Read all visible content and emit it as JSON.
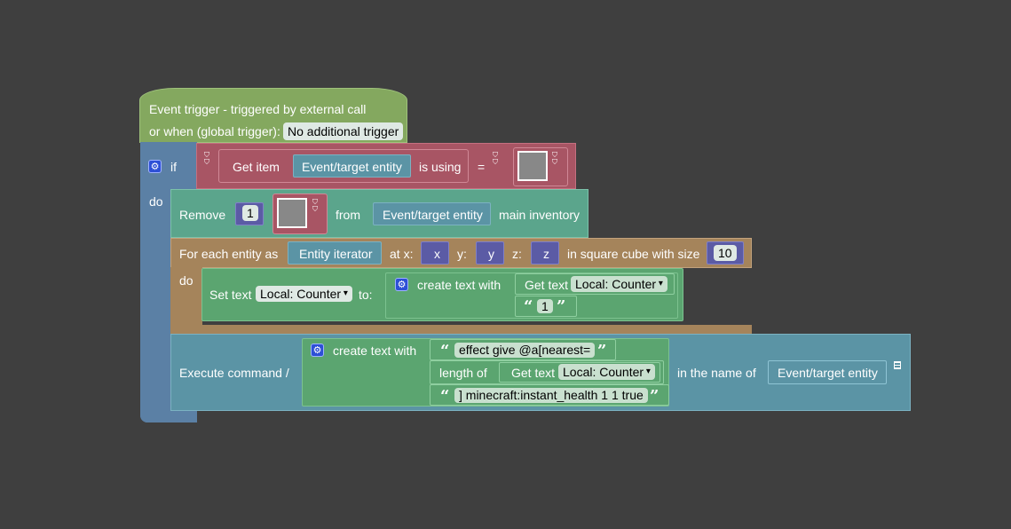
{
  "event": {
    "line1": "Event trigger - triggered by external call",
    "line2_label": "or when (global trigger):",
    "trigger_value": "No additional trigger"
  },
  "if_block": {
    "if_label": "if",
    "do_label": "do",
    "get_item_label": "Get item",
    "entity": "Event/target entity",
    "is_using_label": "is using",
    "equals": "="
  },
  "remove": {
    "label": "Remove",
    "count": "1",
    "from_label": "from",
    "entity": "Event/target entity",
    "suffix": "main inventory"
  },
  "foreach": {
    "label": "For each entity as",
    "iterator": "Entity iterator",
    "at_x": "at x:",
    "x": "x",
    "y_label": "y:",
    "y": "y",
    "z_label": "z:",
    "z": "z",
    "cube_label": "in square cube with size",
    "size": "10",
    "do_label": "do"
  },
  "settext": {
    "label": "Set text",
    "var": "Local: Counter",
    "to_label": "to:",
    "create_label": "create text with",
    "get_text_label": "Get text",
    "get_var": "Local: Counter",
    "literal": "1"
  },
  "execute": {
    "label": "Execute command /",
    "create_label": "create text with",
    "part1": "effect give @a[nearest=",
    "length_label": "length of",
    "get_text_label": "Get text",
    "get_var": "Local: Counter",
    "part3": "] minecraft:instant_health 1 1 true",
    "in_name_label": "in the name of",
    "entity": "Event/target entity"
  },
  "colors": {
    "event": "#84a85f",
    "logic": "#a85564",
    "control": "#5b80a5",
    "item": "#5ba58c",
    "loop": "#a5845b",
    "text": "#5ba570",
    "execute": "#5b94a5",
    "variable": "#5b5ba5"
  }
}
